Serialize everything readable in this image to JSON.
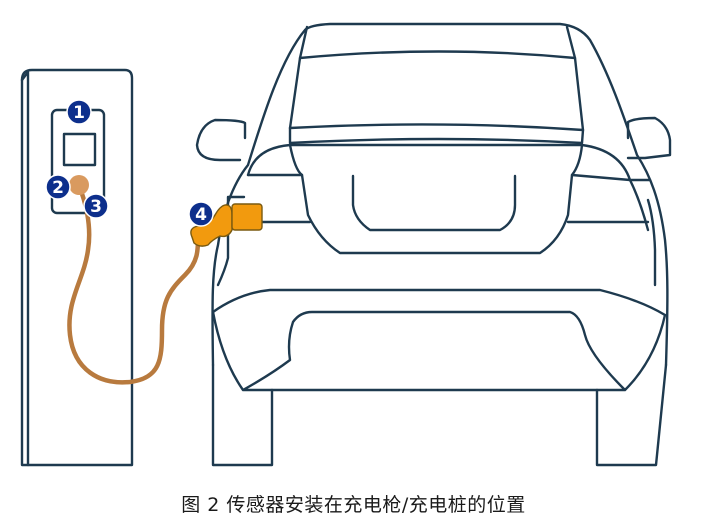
{
  "figure": {
    "caption": "图 2 传感器安装在充电枪/充电桩的位置",
    "labels": [
      {
        "id": 1,
        "text": "1",
        "meaning": "charging post display sensor"
      },
      {
        "id": 2,
        "text": "2",
        "meaning": "charging post socket sensor (left)"
      },
      {
        "id": 3,
        "text": "3",
        "meaning": "charging post socket sensor (right)"
      },
      {
        "id": 4,
        "text": "4",
        "meaning": "charging gun sensor at vehicle inlet"
      }
    ],
    "colors": {
      "outline": "#1e3a4f",
      "badge": "#0d2f8c",
      "cable": "#b87a3e",
      "plug": "#f29a0e"
    }
  }
}
